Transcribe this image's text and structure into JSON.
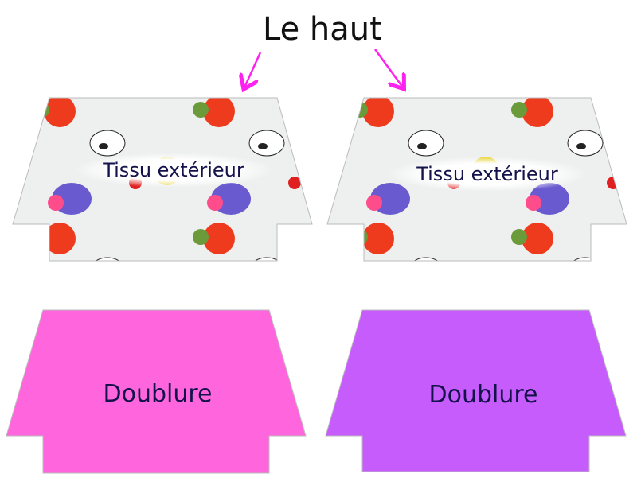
{
  "title": "Le haut",
  "pieces": [
    {
      "label": "Tissu extérieur",
      "material": "fabric"
    },
    {
      "label": "Tissu extérieur",
      "material": "fabric"
    },
    {
      "label": "Doublure",
      "color": "#ff66dd"
    },
    {
      "label": "Doublure",
      "color": "#c65cfc"
    }
  ],
  "arrow_color": "#ff22ee"
}
